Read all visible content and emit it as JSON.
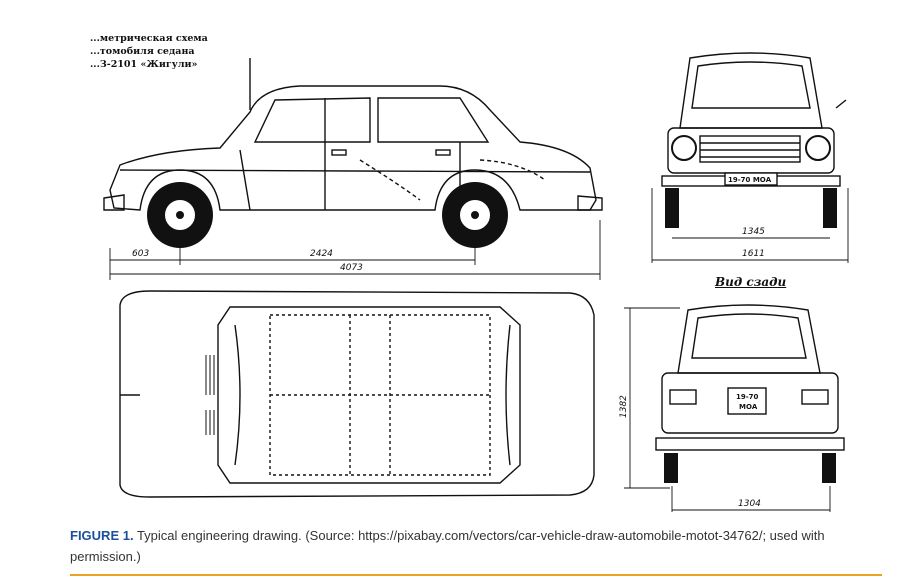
{
  "drawing": {
    "title_lines": [
      "...метрическая схема",
      "...томобиля седана",
      "...З-2101 «Жигули»"
    ],
    "rear_view_label": "Вид сзади",
    "dimensions": {
      "front_overhang": "603",
      "wheelbase": "2424",
      "overall_length": "4073",
      "front_track": "1345",
      "overall_width": "1611",
      "height": "1382",
      "rear_track": "1304"
    },
    "plates": {
      "front": "19-70 МОА",
      "rear_top": "19-70",
      "rear_bottom": "МОА"
    }
  },
  "caption": {
    "label": "FIGURE 1.",
    "text": " Typical engineering drawing. (Source: https://pixabay.com/vectors/car-vehicle-draw-automobile-motot-34762/; used with permission.)"
  },
  "colors": {
    "caption_label": "#1d4f9c",
    "rule": "#e8a325"
  }
}
